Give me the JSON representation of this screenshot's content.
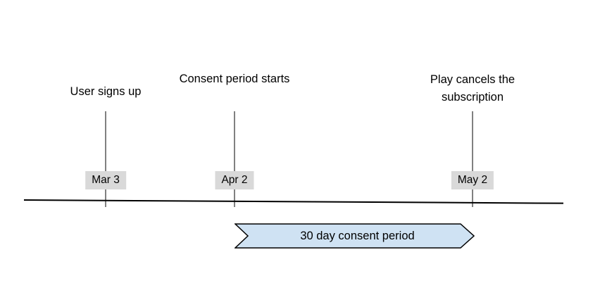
{
  "diagram": {
    "type": "timeline",
    "milestones": [
      {
        "label": "User signs up",
        "date": "Mar 3"
      },
      {
        "label": "Consent period starts",
        "date": "Apr 2"
      },
      {
        "label": "Play cancels the subscription",
        "date": "May 2"
      }
    ],
    "banner": {
      "label": "30 day consent period",
      "fill": "#cfe2f3",
      "stroke": "#000000"
    },
    "colors": {
      "timeline_line": "#000000",
      "date_chip_background": "#d9d9d9",
      "text": "#000000",
      "background": "#ffffff"
    }
  }
}
